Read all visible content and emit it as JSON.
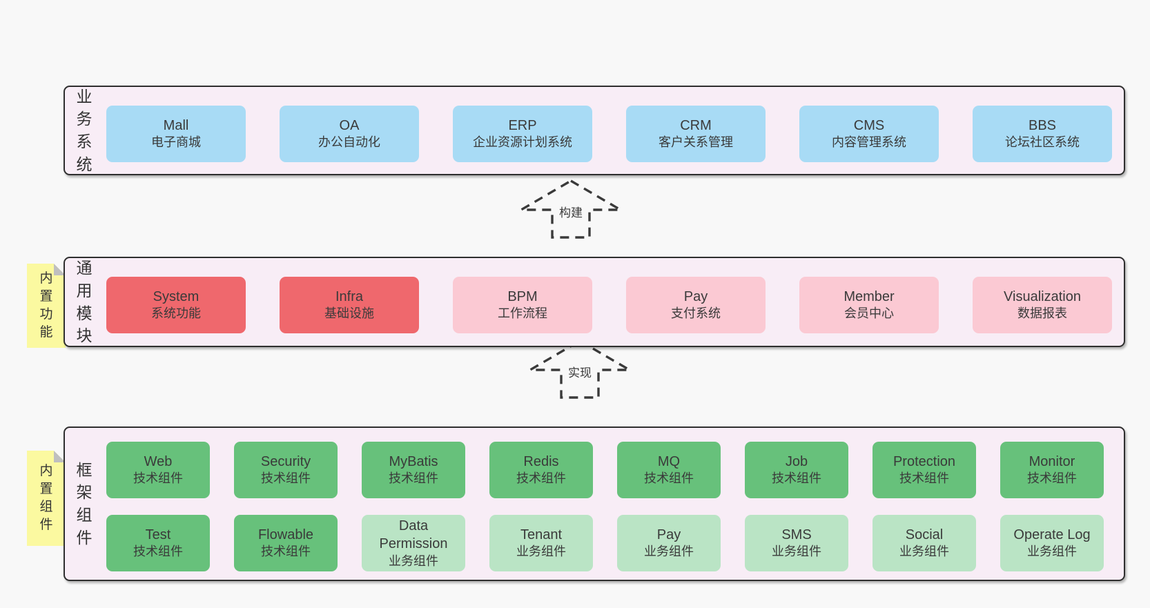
{
  "colors": {
    "blue": "#a8dbf5",
    "red": "#ef686d",
    "pink": "#fbc9d3",
    "green": "#67c17b",
    "lgreen": "#bae4c5",
    "sticky": "#fbf9a0",
    "band": "#f8edf6",
    "ink": "#3a3a3a"
  },
  "arrows": [
    {
      "label": "构建"
    },
    {
      "label": "实现"
    }
  ],
  "layers": [
    {
      "label": "业务系统",
      "rows": [
        [
          {
            "en": "Mall",
            "zh": "电子商城",
            "type": "blue"
          },
          {
            "en": "OA",
            "zh": "办公自动化",
            "type": "blue"
          },
          {
            "en": "ERP",
            "zh": "企业资源计划系统",
            "type": "blue"
          },
          {
            "en": "CRM",
            "zh": "客户关系管理",
            "type": "blue"
          },
          {
            "en": "CMS",
            "zh": "内容管理系统",
            "type": "blue"
          },
          {
            "en": "BBS",
            "zh": "论坛社区系统",
            "type": "blue"
          }
        ]
      ]
    },
    {
      "label": "通用模块",
      "sticky": "内置功能",
      "rows": [
        [
          {
            "en": "System",
            "zh": "系统功能",
            "type": "red"
          },
          {
            "en": "Infra",
            "zh": "基础设施",
            "type": "red"
          },
          {
            "en": "BPM",
            "zh": "工作流程",
            "type": "pink"
          },
          {
            "en": "Pay",
            "zh": "支付系统",
            "type": "pink"
          },
          {
            "en": "Member",
            "zh": "会员中心",
            "type": "pink"
          },
          {
            "en": "Visualization",
            "zh": "数据报表",
            "type": "pink"
          }
        ]
      ]
    },
    {
      "label": "框架组件",
      "sticky": "内置组件",
      "rows": [
        [
          {
            "en": "Web",
            "zh": "技术组件",
            "type": "green"
          },
          {
            "en": "Security",
            "zh": "技术组件",
            "type": "green"
          },
          {
            "en": "MyBatis",
            "zh": "技术组件",
            "type": "green"
          },
          {
            "en": "Redis",
            "zh": "技术组件",
            "type": "green"
          },
          {
            "en": "MQ",
            "zh": "技术组件",
            "type": "green"
          },
          {
            "en": "Job",
            "zh": "技术组件",
            "type": "green"
          },
          {
            "en": "Protection",
            "zh": "技术组件",
            "type": "green"
          },
          {
            "en": "Monitor",
            "zh": "技术组件",
            "type": "green"
          }
        ],
        [
          {
            "en": "Test",
            "zh": "技术组件",
            "type": "green"
          },
          {
            "en": "Flowable",
            "zh": "技术组件",
            "type": "green"
          },
          {
            "en": "Data Permission",
            "zh": "业务组件",
            "type": "lgreen"
          },
          {
            "en": "Tenant",
            "zh": "业务组件",
            "type": "lgreen"
          },
          {
            "en": "Pay",
            "zh": "业务组件",
            "type": "lgreen"
          },
          {
            "en": "SMS",
            "zh": "业务组件",
            "type": "lgreen"
          },
          {
            "en": "Social",
            "zh": "业务组件",
            "type": "lgreen"
          },
          {
            "en": "Operate Log",
            "zh": "业务组件",
            "type": "lgreen"
          }
        ]
      ]
    }
  ]
}
